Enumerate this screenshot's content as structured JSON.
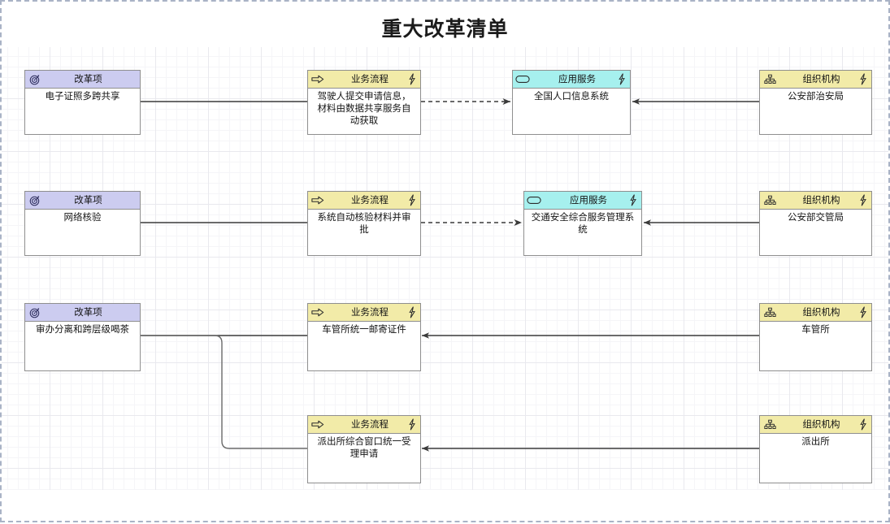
{
  "diagram": {
    "title": "重大改革清单",
    "canvas": {
      "border_style": "dashed",
      "border_color": "#a9b3c6",
      "grid": true,
      "background": "#ffffff"
    },
    "palette": {
      "reform_header": "#ccccf0",
      "process_header": "#f2eba8",
      "service_header": "#a6f0ee",
      "org_header": "#f2eba8",
      "node_border": "#8f8f8f",
      "edge_color": "#3a3a3a"
    },
    "type_labels": {
      "reform": "改革项",
      "process": "业务流程",
      "service": "应用服务",
      "org": "组织机构"
    },
    "icon_names": {
      "reform": "goal-target-icon",
      "process": "arrow-right-process-icon",
      "service": "rounded-rect-service-icon",
      "org": "org-hierarchy-icon",
      "badge": "lightning-bolt-icon"
    },
    "nodes": [
      {
        "id": "n1",
        "kind": "reform",
        "type_label": "改革项",
        "text": "电子证照多跨共享"
      },
      {
        "id": "n2",
        "kind": "process",
        "type_label": "业务流程",
        "text": "驾驶人提交申请信息，材料由数据共享服务自动获取"
      },
      {
        "id": "n3",
        "kind": "service",
        "type_label": "应用服务",
        "text": "全国人口信息系统"
      },
      {
        "id": "n4",
        "kind": "org",
        "type_label": "组织机构",
        "text": "公安部治安局"
      },
      {
        "id": "n5",
        "kind": "reform",
        "type_label": "改革项",
        "text": "网络核验"
      },
      {
        "id": "n6",
        "kind": "process",
        "type_label": "业务流程",
        "text": "系统自动核验材料并审批"
      },
      {
        "id": "n7",
        "kind": "service",
        "type_label": "应用服务",
        "text": "交通安全综合服务管理系统"
      },
      {
        "id": "n8",
        "kind": "org",
        "type_label": "组织机构",
        "text": "公安部交管局"
      },
      {
        "id": "n9",
        "kind": "reform",
        "type_label": "改革项",
        "text": "审办分离和跨层级喝茶"
      },
      {
        "id": "n10",
        "kind": "process",
        "type_label": "业务流程",
        "text": "车管所统一邮寄证件"
      },
      {
        "id": "n11",
        "kind": "org",
        "type_label": "组织机构",
        "text": "车管所"
      },
      {
        "id": "n12",
        "kind": "process",
        "type_label": "业务流程",
        "text": "派出所综合窗口统一受理申请"
      },
      {
        "id": "n13",
        "kind": "org",
        "type_label": "组织机构",
        "text": "派出所"
      }
    ],
    "edges": [
      {
        "from": "n1",
        "to": "n2",
        "style": "solid",
        "arrow": "none"
      },
      {
        "from": "n2",
        "to": "n3",
        "style": "dashed",
        "arrow": "open-right"
      },
      {
        "from": "n4",
        "to": "n3",
        "style": "solid",
        "arrow": "filled-left"
      },
      {
        "from": "n5",
        "to": "n6",
        "style": "solid",
        "arrow": "none"
      },
      {
        "from": "n6",
        "to": "n7",
        "style": "dashed",
        "arrow": "open-right"
      },
      {
        "from": "n8",
        "to": "n7",
        "style": "solid",
        "arrow": "filled-left"
      },
      {
        "from": "n9",
        "to": "n10",
        "style": "solid",
        "arrow": "none"
      },
      {
        "from": "n11",
        "to": "n10",
        "style": "solid",
        "arrow": "filled-left"
      },
      {
        "from": "n9",
        "to": "n12",
        "style": "solid",
        "arrow": "none",
        "routing": "orthogonal"
      },
      {
        "from": "n13",
        "to": "n12",
        "style": "solid",
        "arrow": "filled-left"
      }
    ]
  }
}
